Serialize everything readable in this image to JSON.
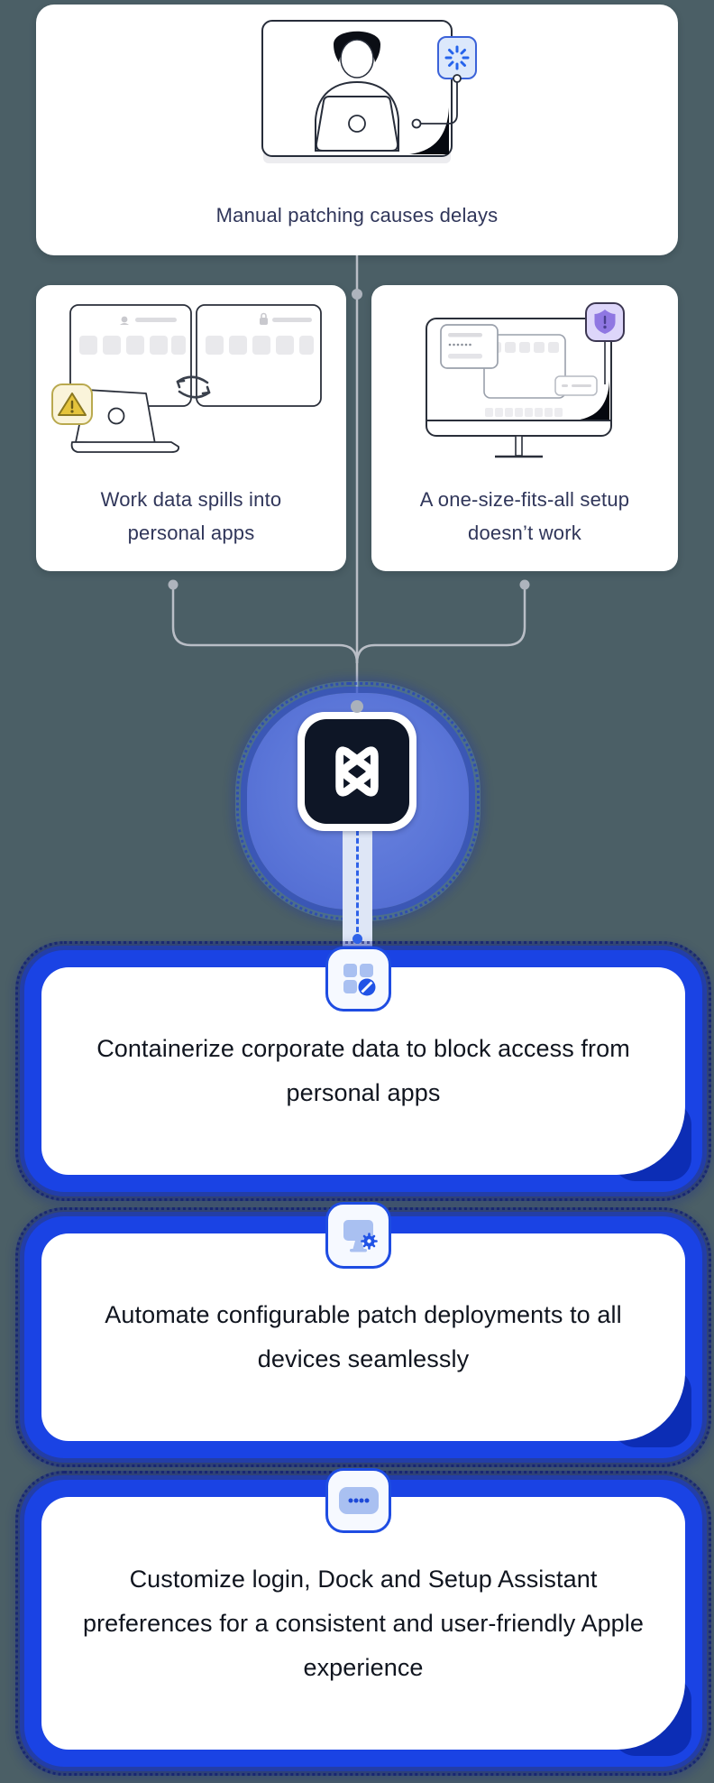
{
  "page": {
    "background_color": "#4b5f66",
    "kind": "mdm-problems-to-solutions-infographic"
  },
  "problem_cards": [
    {
      "caption": "Manual patching causes delays",
      "illustration": "person-working-on-laptop-before-large-screen-with-update-loading-badge"
    },
    {
      "caption_line1": "Work data spills into",
      "caption_line2": "personal apps",
      "illustration": "two-app-windows-syncing-with-laptop-and-warning-badge"
    },
    {
      "caption_line1": "A one-size-fits-all setup",
      "caption_line2": "doesn’t work",
      "illustration": "desktop-monitor-setup-screens-with-shield-alert-badge"
    }
  ],
  "brand": {
    "logo_name": "hexnode-knot-logo"
  },
  "solution_cards": [
    {
      "icon": "app-container-block-icon",
      "text": "Containerize corporate data to block access from personal apps"
    },
    {
      "icon": "monitor-gear-patch-icon",
      "text": "Automate configurable patch deployments to all devices seamlessly"
    },
    {
      "icon": "dock-dots-preferences-icon",
      "text": "Customize login, Dock and Setup Assistant preferences for a consistent and user-friendly Apple experience"
    }
  ],
  "colors": {
    "background": "#4b5f66",
    "accent_blue_border": "#1a43e4",
    "curl_dark_blue": "#0c2db5",
    "caption_navy": "#30365a",
    "solution_text": "#10151f",
    "badge_icon_light": "#a9c0f1",
    "badge_icon_dark": "#2153e6",
    "logo_tile_navy": "#0e1626",
    "logo_blob_blue": "#5b76d8",
    "warning_yellow": "#e5c43c",
    "shield_purple": "#8f77e2",
    "connector_gray": "#b9bec6"
  }
}
